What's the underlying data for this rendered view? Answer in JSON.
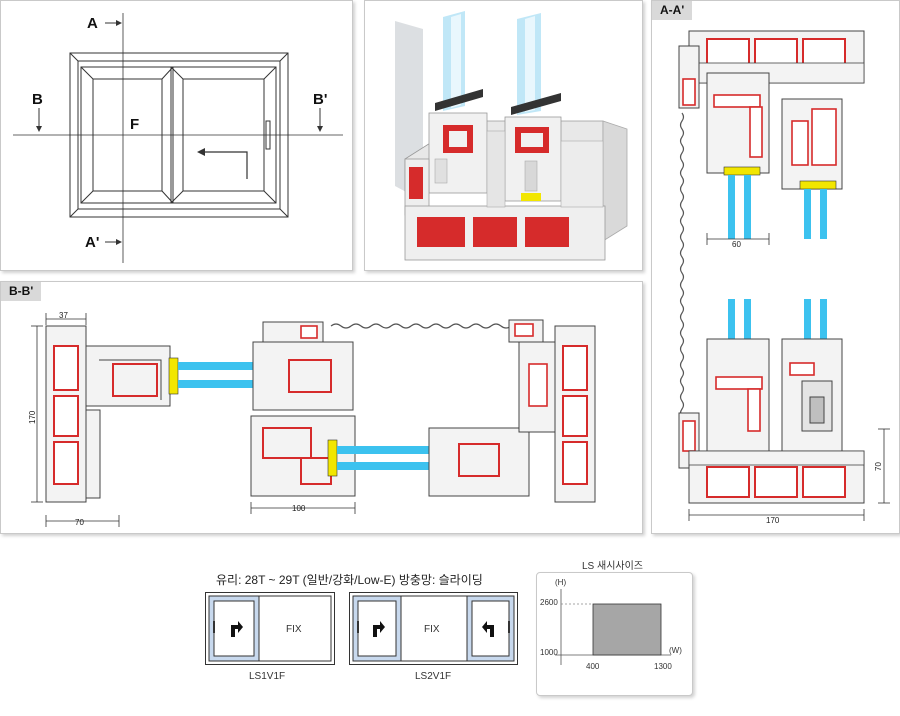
{
  "elevation": {
    "markers": {
      "a": "A",
      "a_prime": "A'",
      "b": "B",
      "b_prime": "B'",
      "f": "F"
    }
  },
  "sections": {
    "bb": {
      "tag": "B-B'",
      "dim_37": "37",
      "dim_170": "170",
      "dim_70": "70",
      "dim_100": "100"
    },
    "aa": {
      "tag": "A-A'",
      "dim_60": "60",
      "dim_70": "70",
      "dim_170": "170"
    }
  },
  "spec": {
    "glass_note": "유리: 28T ~ 29T (일반/강화/Low-E)  방충망: 슬라이딩",
    "types": [
      {
        "name": "LS1V1F",
        "fix_label": "FIX"
      },
      {
        "name": "LS2V1F",
        "fix_label": "FIX"
      }
    ]
  },
  "size_chart": {
    "title": "LS 새시사이즈",
    "y_axis": "(H)",
    "x_axis": "(W)",
    "y_ticks": [
      "2600",
      "1000"
    ],
    "x_ticks": [
      "400",
      "1300"
    ],
    "range": {
      "w_min": 400,
      "w_max": 1300,
      "h_min": 1000,
      "h_max": 2600
    },
    "fill_color": "#a6a6a6"
  },
  "colors": {
    "glass": "#3cc2ef",
    "gasket": "#f2e600",
    "reinforcement": "#d62b2b",
    "profile": "#f3f3f3",
    "line": "#444444"
  }
}
